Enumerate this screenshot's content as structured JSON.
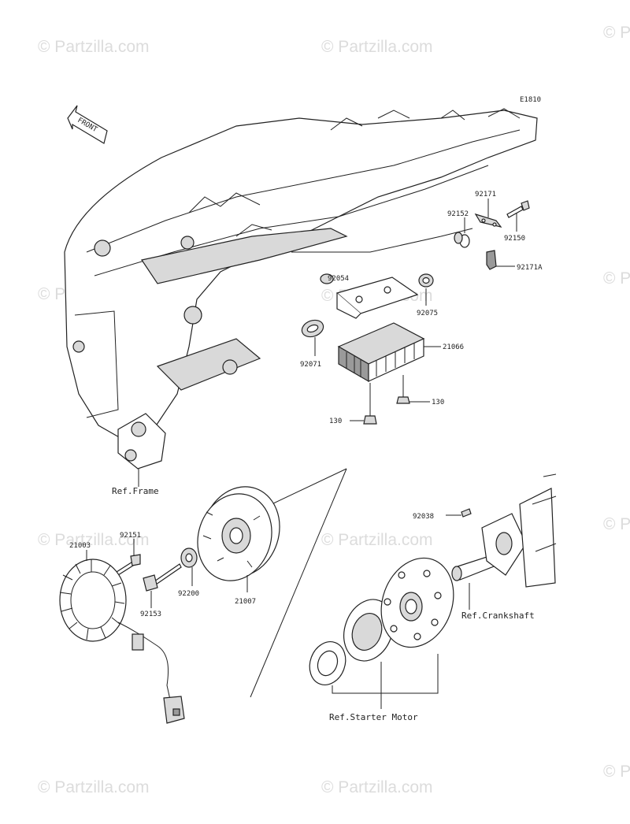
{
  "diagram_code": "E1810",
  "front_label": "FRONT",
  "watermark": "© Partzilla.com",
  "labels": {
    "p92171": "92171",
    "p92152": "92152",
    "p92150": "92150",
    "p92171A": "92171A",
    "p92054": "92054",
    "p92075": "92075",
    "p21066": "21066",
    "p92071": "92071",
    "p130a": "130",
    "p130b": "130",
    "ref_frame": "Ref.Frame",
    "p92038": "92038",
    "p92151": "92151",
    "p21003": "21003",
    "p92153": "92153",
    "p92200": "92200",
    "p21007": "21007",
    "ref_crankshaft": "Ref.Crankshaft",
    "ref_starter_motor": "Ref.Starter Motor"
  }
}
